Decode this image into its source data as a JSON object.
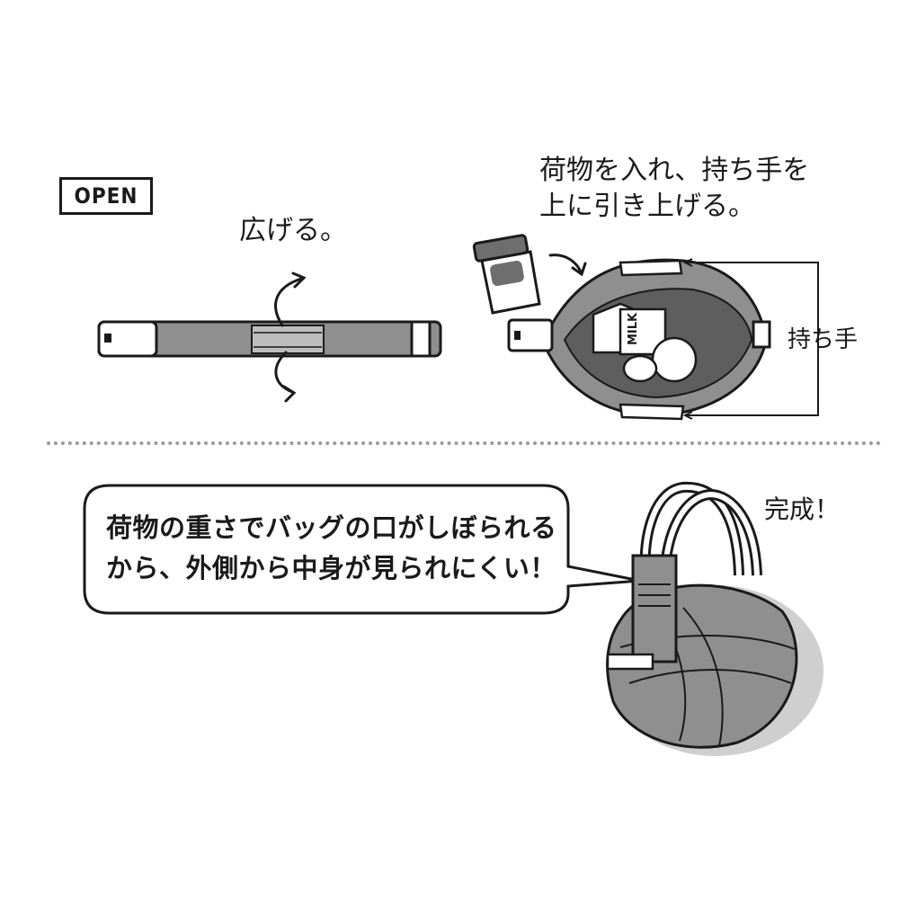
{
  "badge": {
    "label": "OPEN"
  },
  "step1": {
    "caption": "広げる。"
  },
  "step2": {
    "caption_line1": "荷物を入れ、持ち手を",
    "caption_line2": "上に引き上げる。",
    "handle_label": "持ち手",
    "carton_text": "MILK"
  },
  "step3": {
    "complete_label": "完成！",
    "bubble_line1": "荷物の重さでバッグの口がしぼられる",
    "bubble_line2": "から、外側から中身が見られにくい！"
  },
  "colors": {
    "bag_gray": "#8f8f8f",
    "bag_dark": "#6e6e6e",
    "line": "#1a1a1a",
    "divider": "#9a9a9a"
  },
  "icons": [
    "cup-icon",
    "milk-carton-icon",
    "orange-icon",
    "lemon-icon",
    "bag-icon",
    "arrow-icon"
  ]
}
